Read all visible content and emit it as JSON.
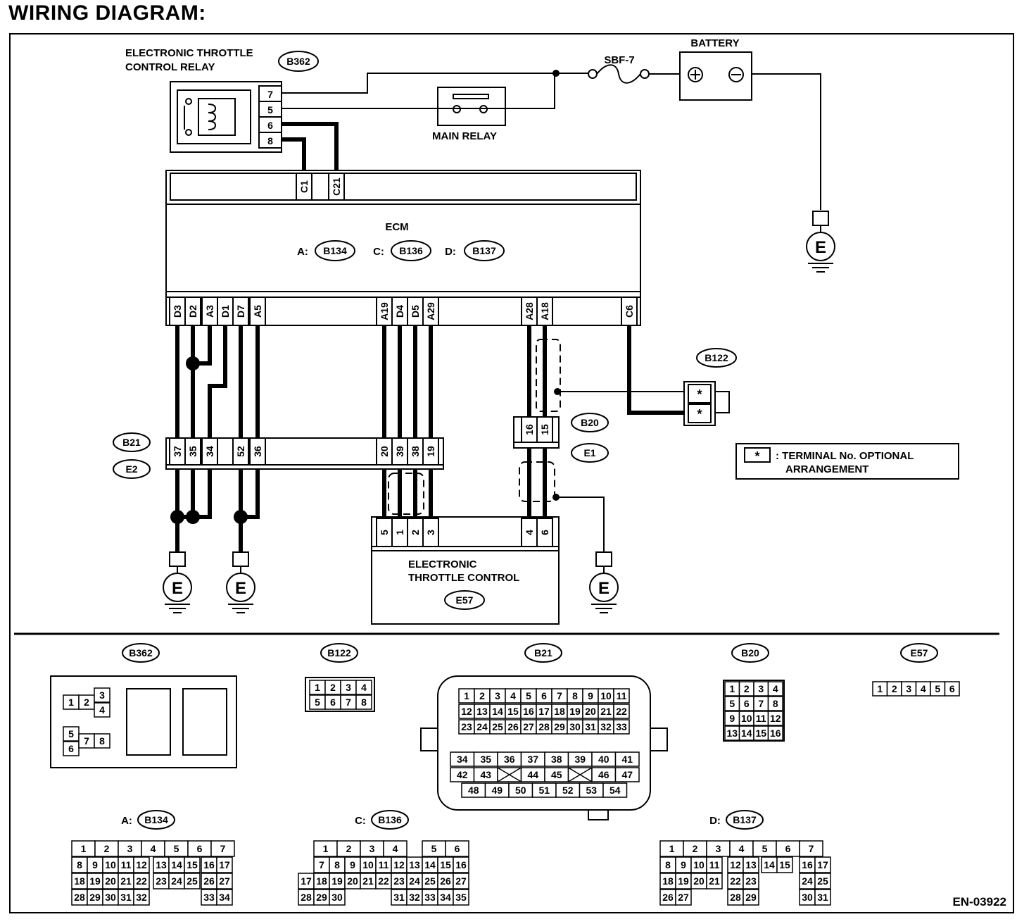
{
  "title": "WIRING DIAGRAM:",
  "footer_code": "EN-03922",
  "legend": {
    "symbol": "*",
    "line1": ": TERMINAL No. OPTIONAL",
    "line2": "ARRANGEMENT"
  },
  "relay": {
    "title1": "ELECTRONIC THROTTLE",
    "title2": "CONTROL RELAY",
    "conn": "B362",
    "pins": [
      "7",
      "5",
      "6",
      "8"
    ]
  },
  "main_relay": {
    "label": "MAIN RELAY"
  },
  "fuse": {
    "label": "SBF-7"
  },
  "battery": {
    "label": "BATTERY",
    "plus": "+",
    "minus": "−"
  },
  "ground_label": "E",
  "ecm": {
    "label": "ECM",
    "connectors": [
      {
        "prefix": "A:",
        "code": "B134"
      },
      {
        "prefix": "C:",
        "code": "B136"
      },
      {
        "prefix": "D:",
        "code": "B137"
      }
    ],
    "top_pins": [
      "C1",
      "C21"
    ],
    "bottom_pins": [
      "D3",
      "D2",
      "A3",
      "D1",
      "D7",
      "A5",
      "A19",
      "D4",
      "D5",
      "A29",
      "A28",
      "A18",
      "C6"
    ]
  },
  "b21": {
    "codes": [
      "B21",
      "E2"
    ],
    "pins": [
      "37",
      "35",
      "34",
      "52",
      "36",
      "20",
      "39",
      "38",
      "19"
    ]
  },
  "b20": {
    "codes": [
      "B20",
      "E1"
    ],
    "pins": [
      "16",
      "15"
    ]
  },
  "b122": {
    "code": "B122",
    "pins": [
      "*",
      "*"
    ]
  },
  "etc": {
    "label1": "ELECTRONIC",
    "label2": "THROTTLE CONTROL",
    "code": "E57",
    "pins": [
      "5",
      "1",
      "2",
      "3",
      "4",
      "6"
    ]
  },
  "views": {
    "b362": {
      "code": "B362",
      "pins": [
        "1",
        "2",
        "3",
        "4",
        "5",
        "6",
        "7",
        "8"
      ]
    },
    "b122": {
      "code": "B122",
      "rows": [
        [
          "1",
          "2",
          "3",
          "4"
        ],
        [
          "5",
          "6",
          "7",
          "8"
        ]
      ]
    },
    "b21": {
      "code": "B21",
      "rows": [
        [
          "1",
          "2",
          "3",
          "4",
          "5",
          "6",
          "7",
          "8",
          "9",
          "10",
          "11"
        ],
        [
          "12",
          "13",
          "14",
          "15",
          "16",
          "17",
          "18",
          "19",
          "20",
          "21",
          "22"
        ],
        [
          "23",
          "24",
          "25",
          "26",
          "27",
          "28",
          "29",
          "30",
          "31",
          "32",
          "33"
        ],
        [
          "34",
          "35",
          "36",
          "37",
          "38",
          "39",
          "40",
          "41"
        ],
        [
          "42",
          "43",
          "",
          "44",
          "45",
          "",
          "46",
          "47"
        ],
        [
          "48",
          "49",
          "50",
          "51",
          "52",
          "53",
          "54"
        ]
      ]
    },
    "b20": {
      "code": "B20",
      "rows": [
        [
          "1",
          "2",
          "3",
          "4"
        ],
        [
          "5",
          "6",
          "7",
          "8"
        ],
        [
          "9",
          "10",
          "11",
          "12"
        ],
        [
          "13",
          "14",
          "15",
          "16"
        ]
      ]
    },
    "e57": {
      "code": "E57",
      "pins": [
        "1",
        "2",
        "3",
        "4",
        "5",
        "6"
      ]
    },
    "b134": {
      "prefix": "A:",
      "code": "B134",
      "rows": [
        [
          "1",
          "2",
          "3",
          "4",
          "5",
          "6",
          "7"
        ],
        [
          "8",
          "9",
          "10",
          "11",
          "12",
          "13",
          "14",
          "15",
          "16",
          "17"
        ],
        [
          "18",
          "19",
          "20",
          "21",
          "22",
          "23",
          "24",
          "25",
          "26",
          "27"
        ],
        [
          "28",
          "29",
          "30",
          "31",
          "32",
          "33",
          "34"
        ]
      ]
    },
    "b136": {
      "prefix": "C:",
      "code": "B136",
      "rows": [
        [
          "1",
          "2",
          "3",
          "4",
          "5",
          "6"
        ],
        [
          "7",
          "8",
          "9",
          "10",
          "11",
          "12",
          "13",
          "14",
          "15",
          "16"
        ],
        [
          "17",
          "18",
          "19",
          "20",
          "21",
          "22",
          "23",
          "24",
          "25",
          "26",
          "27"
        ],
        [
          "28",
          "29",
          "30",
          "31",
          "32",
          "33",
          "34",
          "35"
        ]
      ]
    },
    "b137": {
      "prefix": "D:",
      "code": "B137",
      "rows": [
        [
          "1",
          "2",
          "3",
          "4",
          "5",
          "6",
          "7"
        ],
        [
          "8",
          "9",
          "10",
          "11",
          "12",
          "13",
          "14",
          "15",
          "16",
          "17"
        ],
        [
          "18",
          "19",
          "20",
          "21",
          "22",
          "23",
          "24",
          "25"
        ],
        [
          "26",
          "27",
          "28",
          "29",
          "30",
          "31"
        ]
      ]
    }
  }
}
